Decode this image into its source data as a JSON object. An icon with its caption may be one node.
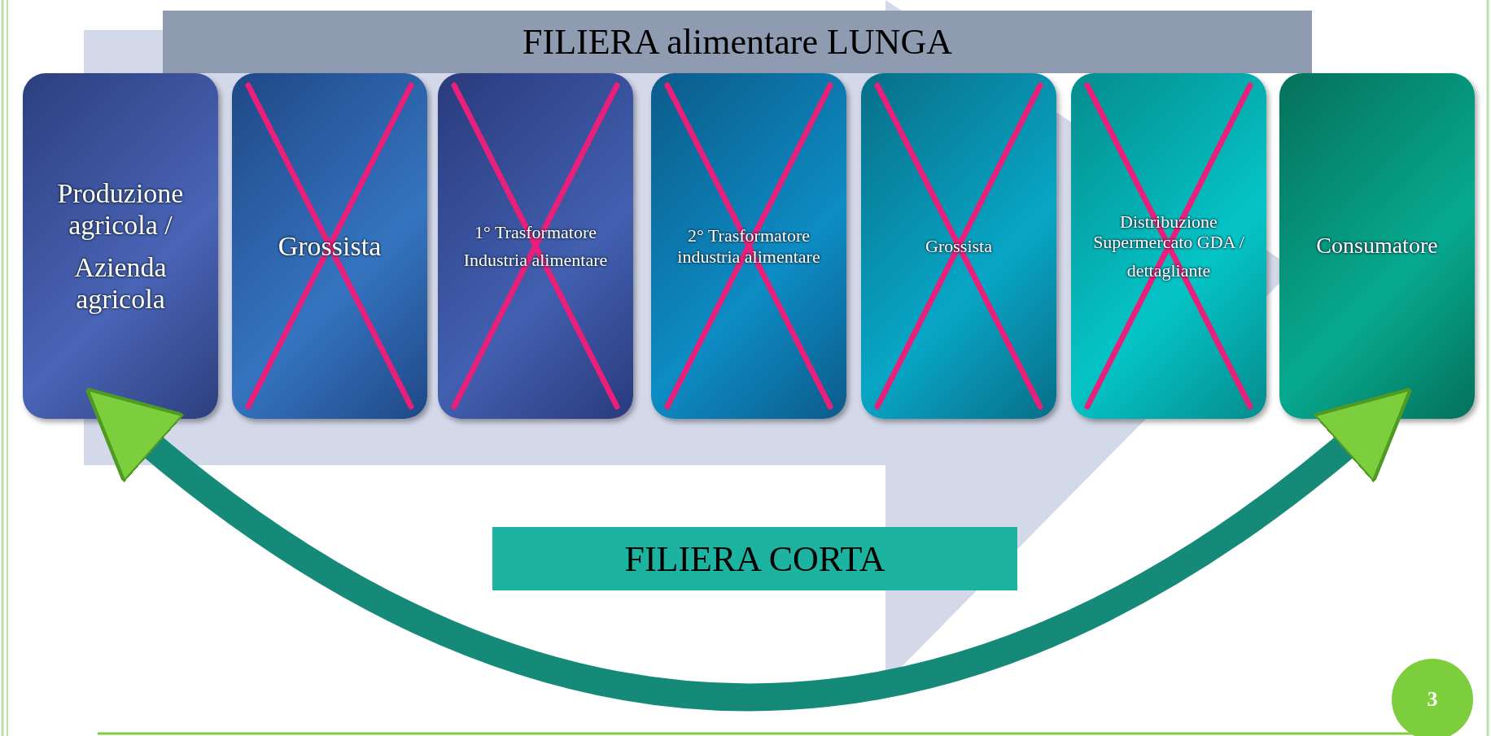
{
  "diagram": {
    "title": "FILIERA alimentare LUNGA",
    "nodes": [
      {
        "text": [
          "Produzione agricola /",
          "Azienda agricola"
        ]
      },
      {
        "text": [
          "Grossista"
        ]
      },
      {
        "text": [
          "1° Trasformatore",
          "Industria alimentare"
        ]
      },
      {
        "text": [
          "2° Trasformatore industria alimentare"
        ]
      },
      {
        "text": [
          "Grossista"
        ]
      },
      {
        "text": [
          "Distribuzione Supermercato GDA /",
          "dettagliante"
        ]
      },
      {
        "text": [
          "Consumatore"
        ]
      }
    ],
    "edges": [
      {
        "from": 0,
        "to": 6,
        "arrow": "both"
      },
      {
        "from": 0,
        "to": 6,
        "arrow": "to",
        "color": "#d4d9ea"
      }
    ],
    "labels": [
      "FILIERA CORTA",
      "3"
    ]
  }
}
